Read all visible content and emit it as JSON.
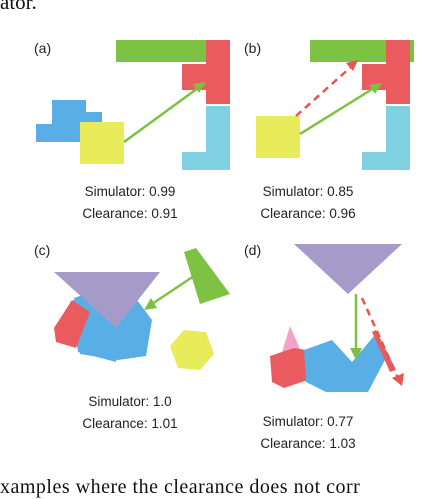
{
  "page": {
    "top_text": "ator.",
    "bottom_text": "xamples where the clearance does not corr"
  },
  "panels": [
    {
      "id": "a",
      "label": "(a)",
      "metric1_label": "Simulator:",
      "metric1_value": "0.99",
      "metric2_label": "Clearance:",
      "metric2_value": "0.91"
    },
    {
      "id": "b",
      "label": "(b)",
      "metric1_label": "Simulator:",
      "metric1_value": "0.85",
      "metric2_label": "Clearance:",
      "metric2_value": "0.96"
    },
    {
      "id": "c",
      "label": "(c)",
      "metric1_label": "Simulator:",
      "metric1_value": "1.0",
      "metric2_label": "Clearance:",
      "metric2_value": "1.01"
    },
    {
      "id": "d",
      "label": "(d)",
      "metric1_label": "Simulator:",
      "metric1_value": "0.77",
      "metric2_label": "Clearance:",
      "metric2_value": "1.03"
    }
  ],
  "colors": {
    "green": "#7dc242",
    "red": "#ea5b5f",
    "cyan": "#7fd0e0",
    "blue": "#5aaee6",
    "yellow": "#e8ec5a",
    "purple": "#a59ac8",
    "pink": "#f2a3c8",
    "arrow_green": "#7cc242",
    "arrow_red": "#e8544f"
  }
}
